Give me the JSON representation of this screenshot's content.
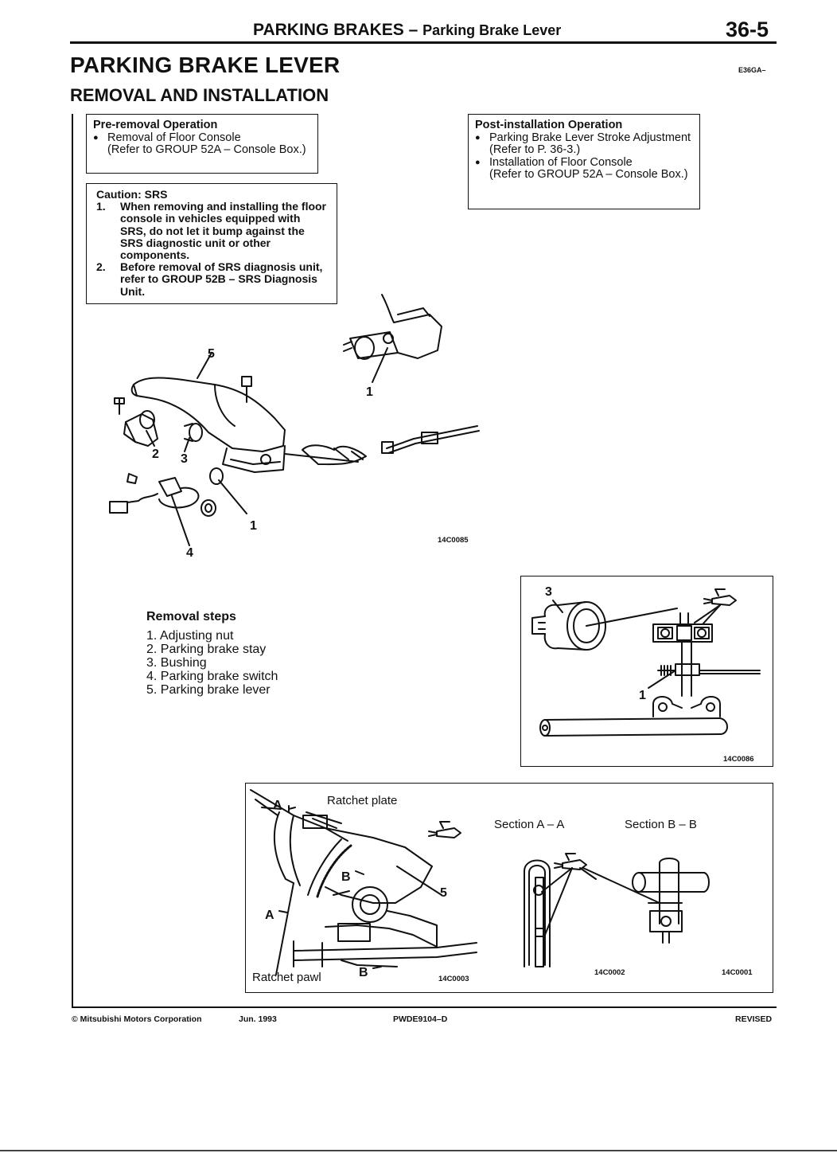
{
  "header": {
    "section": "PARKING BRAKES",
    "dash": " – ",
    "subsection": "Parking Brake Lever",
    "page_number": "36-5"
  },
  "title": "PARKING BRAKE LEVER",
  "doc_code": "E36GA–",
  "subtitle": "REMOVAL AND INSTALLATION",
  "pre_removal": {
    "heading": "Pre-removal Operation",
    "item": "Removal of Floor Console",
    "item_ref": "(Refer to GROUP 52A – Console Box.)"
  },
  "caution": {
    "heading": "Caution: SRS",
    "items": [
      {
        "num": "1.",
        "text": "When removing and installing the floor console in vehicles equipped with SRS, do not let it bump against the SRS diagnostic unit or other components."
      },
      {
        "num": "2.",
        "text": "Before removal of SRS diagnosis unit, refer to GROUP 52B – SRS Diagnosis Unit."
      }
    ]
  },
  "post_installation": {
    "heading": "Post-installation Operation",
    "item1": "Parking Brake Lever Stroke Adjustment",
    "item1_ref": "(Refer to P. 36-3.)",
    "item2": "Installation of Floor Console",
    "item2_ref": "(Refer to GROUP 52A – Console Box.)"
  },
  "main_diagram": {
    "code": "14C0085",
    "callouts": [
      "5",
      "1",
      "2",
      "3",
      "1",
      "4"
    ]
  },
  "removal_steps": {
    "heading": "Removal steps",
    "steps": [
      "1. Adjusting nut",
      "2. Parking brake stay",
      "3. Bushing",
      "4. Parking brake switch",
      "5. Parking brake lever"
    ]
  },
  "inset_bushing": {
    "code": "14C0086",
    "callouts": [
      "3",
      "1"
    ]
  },
  "inset_ratchet": {
    "ratchet_plate": "Ratchet plate",
    "ratchet_pawl": "Ratchet pawl",
    "section_aa": "Section A – A",
    "section_bb": "Section B – B",
    "label_a": "A",
    "label_b": "B",
    "callout_5": "5",
    "code_left": "14C0003",
    "code_mid": "14C0002",
    "code_right": "14C0001"
  },
  "footer": {
    "copyright": "© Mitsubishi Motors Corporation",
    "date": "Jun. 1993",
    "pub": "PWDE9104–D",
    "status": "REVISED"
  }
}
